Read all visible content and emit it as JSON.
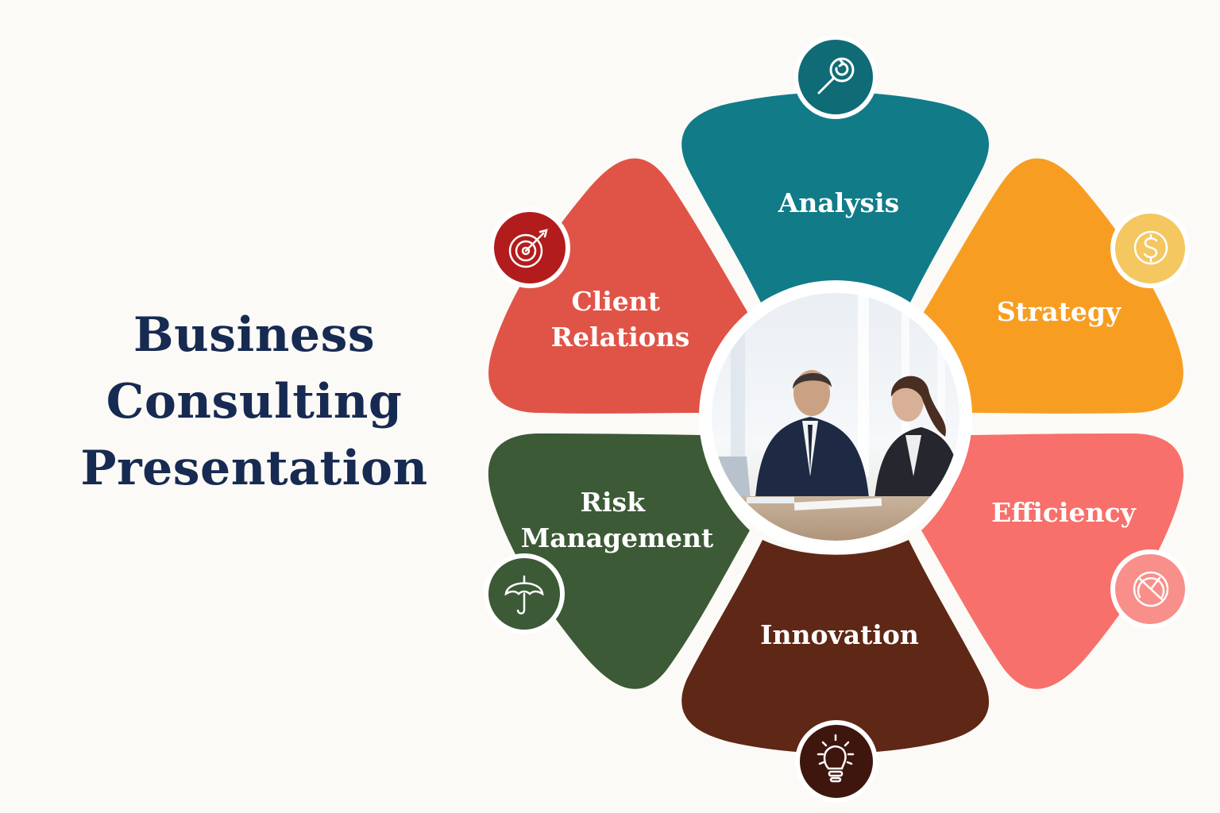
{
  "title": {
    "lines": [
      "Business",
      "Consulting",
      "Presentation"
    ]
  },
  "diagram": {
    "center_icon": "people-meeting-photo",
    "segments": [
      {
        "label_lines": [
          "Analysis"
        ],
        "color": "#117b88",
        "badge_color": "#0f6b76",
        "icon": "magnifier-refresh-icon"
      },
      {
        "label_lines": [
          "Strategy"
        ],
        "color": "#f79e22",
        "badge_color": "#f5c761",
        "icon": "dollar-coin-icon"
      },
      {
        "label_lines": [
          "Efficiency"
        ],
        "color": "#f7706b",
        "badge_color": "#f98f8a",
        "icon": "gauge-icon"
      },
      {
        "label_lines": [
          "Innovation"
        ],
        "color": "#5f2715",
        "badge_color": "#3f160d",
        "icon": "lightbulb-icon"
      },
      {
        "label_lines": [
          "Risk",
          "Management"
        ],
        "color": "#3c5a35",
        "badge_color": "#3c5a35",
        "icon": "umbrella-icon"
      },
      {
        "label_lines": [
          "Client",
          "Relations"
        ],
        "color": "#e05447",
        "badge_color": "#b31c1c",
        "icon": "target-icon"
      }
    ]
  }
}
